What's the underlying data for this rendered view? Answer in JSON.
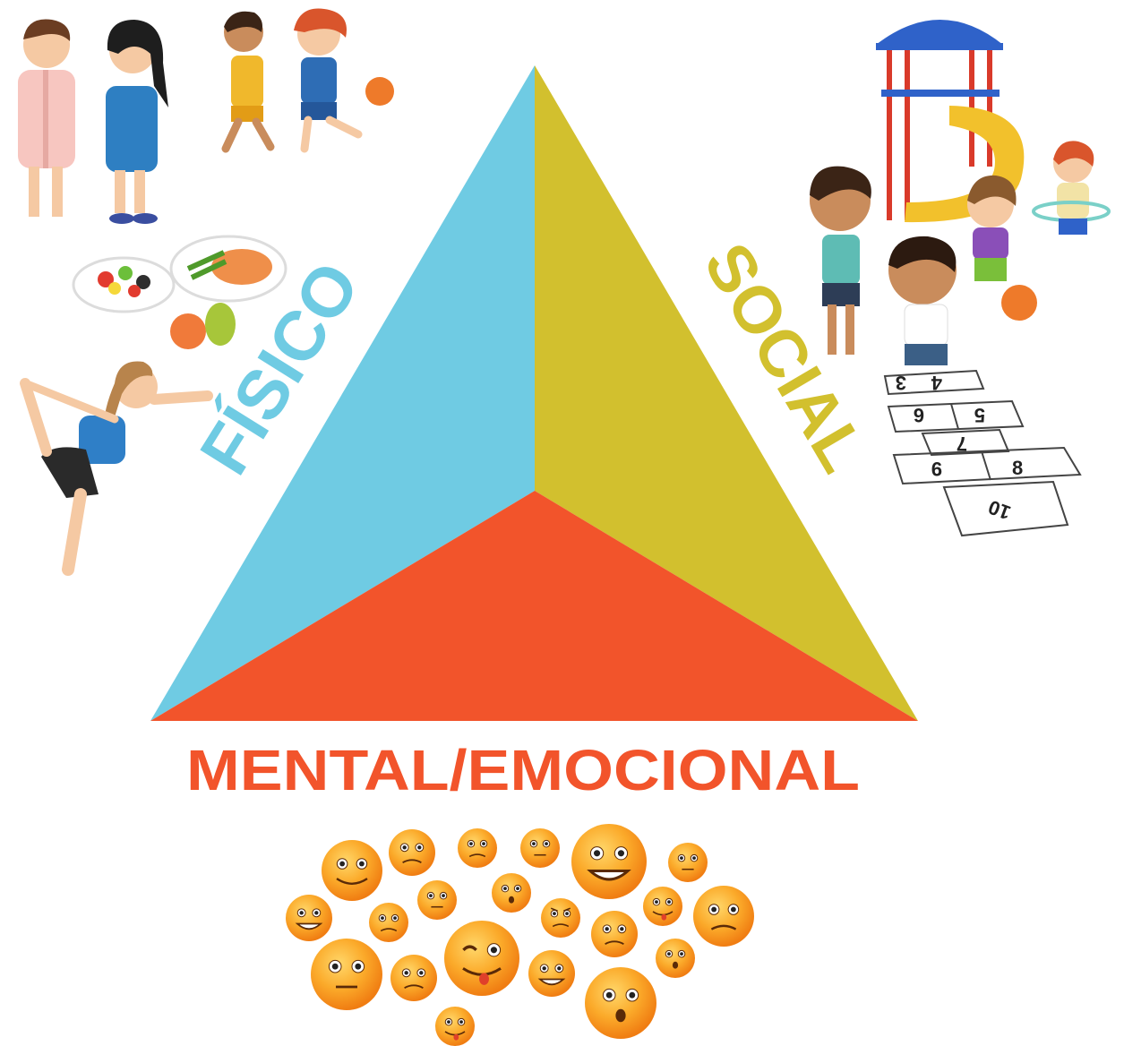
{
  "labels": {
    "fisico": "FÍSICO",
    "social": "SOCIAL",
    "mental": "MENTAL/EMOCIONAL"
  },
  "colors": {
    "fisico": "#6fcbe3",
    "social": "#d2c02e",
    "mental": "#f2542b"
  },
  "hopscotch": [
    "3",
    "4",
    "5",
    "6",
    "7",
    "8",
    "9",
    "10"
  ],
  "illustrations": [
    "children-hygiene-illustration",
    "children-basketball-illustration",
    "healthy-food-illustration",
    "yoga-girl-illustration",
    "playground-children-illustration",
    "hopscotch-illustration",
    "emoji-cluster-illustration"
  ]
}
